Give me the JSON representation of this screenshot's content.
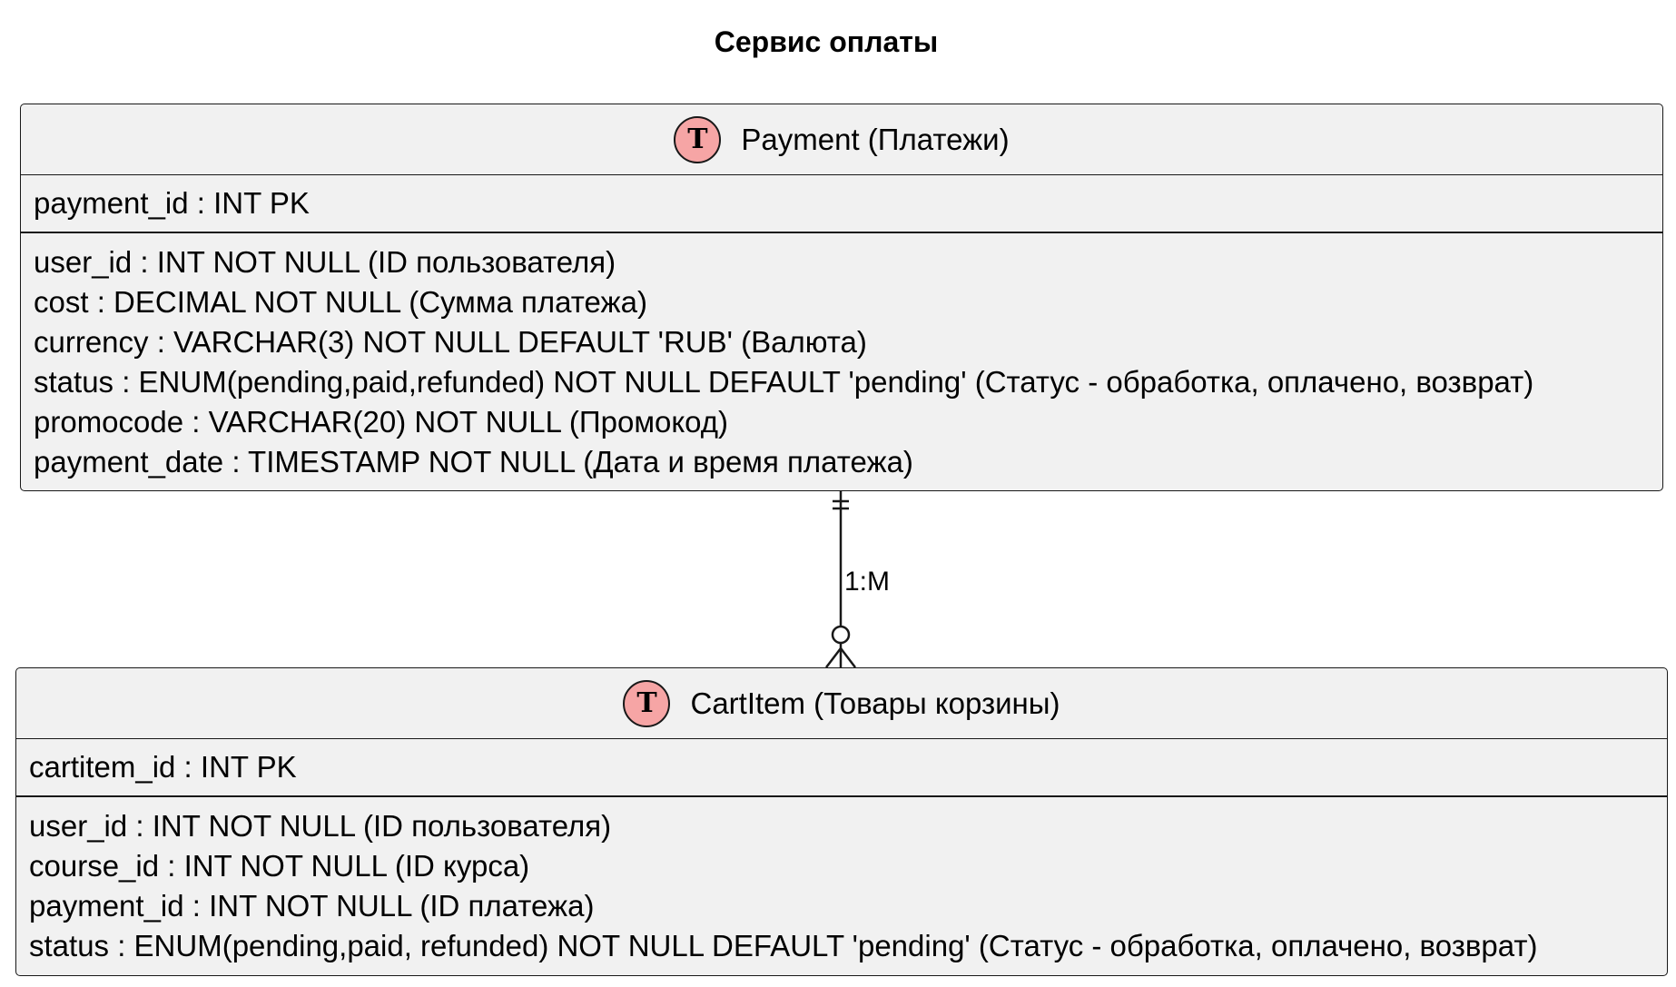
{
  "diagram": {
    "title": "Сервис оплаты",
    "entities": [
      {
        "badge": "T",
        "name": "Payment (Платежи)",
        "primary_key": "payment_id : INT PK",
        "fields": [
          "user_id : INT NOT NULL (ID пользователя)",
          "cost : DECIMAL NOT NULL (Сумма платежа)",
          "currency : VARCHAR(3) NOT NULL DEFAULT 'RUB' (Валюта)",
          "status : ENUM(pending,paid,refunded) NOT NULL DEFAULT 'pending' (Статус - обработка, оплачено, возврат)",
          "promocode : VARCHAR(20) NOT NULL (Промокод)",
          "payment_date : TIMESTAMP NOT NULL (Дата и время платежа)"
        ]
      },
      {
        "badge": "T",
        "name": "CartItem (Товары корзины)",
        "primary_key": "cartitem_id : INT PK",
        "fields": [
          "user_id : INT NOT NULL (ID пользователя)",
          "course_id : INT NOT NULL (ID курса)",
          "payment_id : INT NOT NULL (ID платежа)",
          "status : ENUM(pending,paid, refunded) NOT NULL DEFAULT 'pending' (Статус - обработка, оплачено, возврат)"
        ]
      }
    ],
    "relationship": {
      "from": "Payment (Платежи)",
      "to": "CartItem (Товары корзины)",
      "from_cardinality": "exactly-one",
      "to_cardinality": "zero-or-many",
      "label": "1:M"
    }
  },
  "colors": {
    "entity_fill": "#f1f1f1",
    "entity_border": "#181818",
    "badge_fill": "#f6a5a5"
  }
}
